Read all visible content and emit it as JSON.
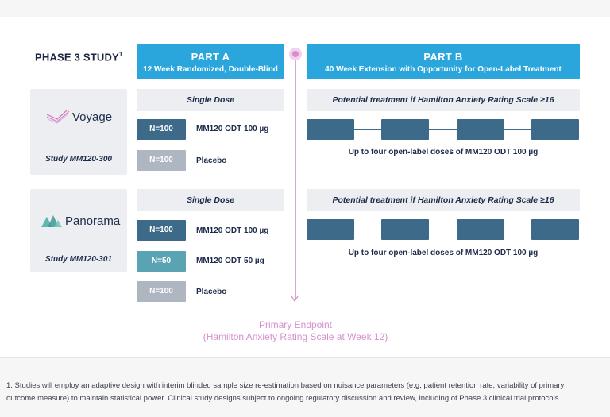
{
  "title": "PHASE 3 STUDY",
  "title_sup": "1",
  "part_a": {
    "label": "PART A",
    "subtitle": "12 Week Randomized, Double-Blind"
  },
  "part_b": {
    "label": "PART B",
    "subtitle": "40 Week Extension with Opportunity for Open-Label Treatment"
  },
  "studies": [
    {
      "logo_name": "Voyage",
      "study_id": "Study MM120-300",
      "part_a_header": "Single Dose",
      "arms": [
        {
          "n": "N=100",
          "dose": "MM120 ODT 100 µg",
          "color": "#3d6a88"
        },
        {
          "n": "N=100",
          "dose": "Placebo",
          "color": "#aeb6c2"
        }
      ],
      "part_b_header": "Potential treatment if Hamilton Anxiety Rating Scale ≥16",
      "part_b_caption": "Up to four open-label doses of MM120 ODT 100 µg"
    },
    {
      "logo_name": "Panorama",
      "study_id": "Study MM120-301",
      "part_a_header": "Single Dose",
      "arms": [
        {
          "n": "N=100",
          "dose": "MM120 ODT 100 µg",
          "color": "#3d6a88"
        },
        {
          "n": "N=50",
          "dose": "MM120 ODT 50 µg",
          "color": "#5aa3b3"
        },
        {
          "n": "N=100",
          "dose": "Placebo",
          "color": "#aeb6c2"
        }
      ],
      "part_b_header": "Potential treatment if Hamilton Anxiety Rating Scale ≥16",
      "part_b_caption": "Up to four open-label doses of MM120 ODT 100 µg"
    }
  ],
  "endpoint": {
    "line1": "Primary Endpoint",
    "line2": "(Hamilton Anxiety Rating Scale at Week 12)"
  },
  "footnote": "1. Studies will employ an adaptive design with interim blinded sample size re-estimation based on nuisance parameters (e.g, patient retention rate, variability of primary outcome measure) to maintain statistical power. Clinical study designs subject to ongoing regulatory discussion and review, including of Phase 3 clinical trial protocols.",
  "colors": {
    "accent": "#2aa6dc",
    "timeline": "#d78fcd",
    "dose_dark": "#3d6a88",
    "dose_teal": "#5aa3b3",
    "placebo": "#aeb6c2"
  }
}
